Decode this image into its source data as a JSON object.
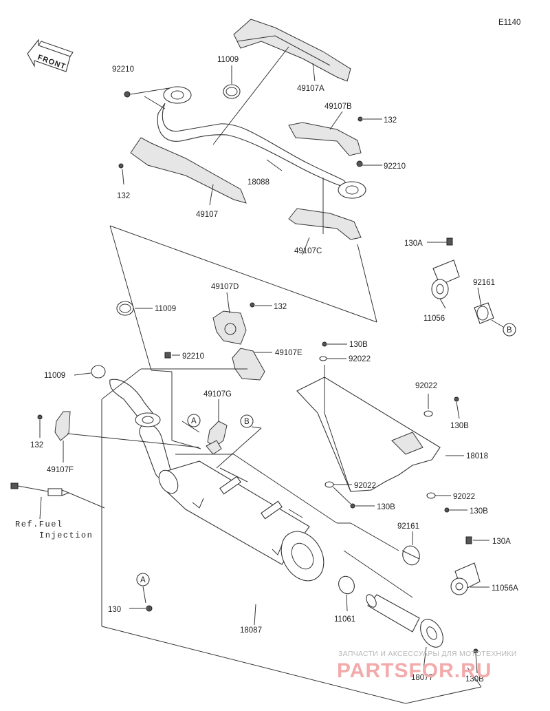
{
  "diagram_id": "E1140",
  "front_label": "FRONT",
  "callouts": {
    "c92210_top": "92210",
    "c11009_top": "11009",
    "c49107A": "49107A",
    "c49107B": "49107B",
    "c132_b": "132",
    "c92210_b": "92210",
    "c132_left": "132",
    "c18088": "18088",
    "c49107": "49107",
    "c49107C": "49107C",
    "c130A_top": "130A",
    "c92161_top": "92161",
    "c11056": "11056",
    "cB_top": "B",
    "c49107D": "49107D",
    "c132_d": "132",
    "c11009_mid": "11009",
    "c92210_mid": "92210",
    "c49107E": "49107E",
    "c130B_top": "130B",
    "c92022_top": "92022",
    "c11009_left": "11009",
    "c49107G": "49107G",
    "cA_mid": "A",
    "cB_mid": "B",
    "c92022_r": "92022",
    "c130B_r": "130B",
    "c132_f": "132",
    "c49107F": "49107F",
    "c18018": "18018",
    "c92022_low": "92022",
    "c130B_low": "130B",
    "c92022_low2": "92022",
    "c130B_low2": "130B",
    "ref_line1": "Ref.Fuel",
    "ref_line2": "Injection",
    "c92161_low": "92161",
    "c130A_low": "130A",
    "c11056A": "11056A",
    "cA_low": "A",
    "c130": "130",
    "c11061": "11061",
    "c18087": "18087",
    "c18077": "18077",
    "c130B_bottom": "130B"
  },
  "watermark": {
    "line1": "ЗАПЧАСТИ И АКСЕССУАРЫ ДЛЯ МОТОТЕХНИКИ",
    "line2": "PARTSFOR.RU"
  }
}
